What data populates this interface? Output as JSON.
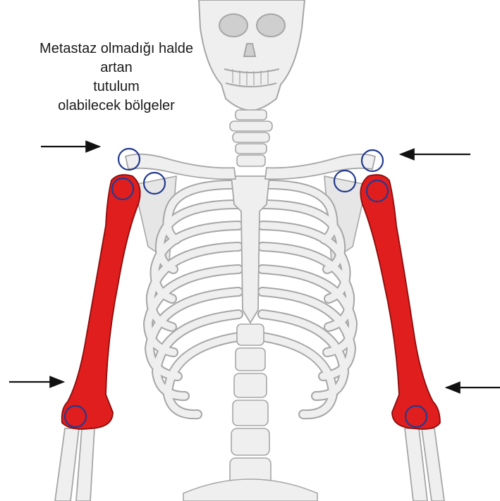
{
  "caption": {
    "lines": [
      "Metastaz olmadığı halde",
      "artan",
      "tutulum",
      "olabilecek bölgeler"
    ]
  },
  "colors": {
    "bone": "#efefef",
    "bone_outline": "#a6a6a6",
    "humerus": "#e01e1e",
    "humerus_outline": "#8e0c0c",
    "circle": "#233a8f",
    "arrow": "#111111"
  },
  "markers": {
    "arrows": [
      "left-shoulder-arrow",
      "right-shoulder-arrow",
      "left-elbow-arrow",
      "right-elbow-arrow"
    ],
    "circles": [
      "left-acromion-circle",
      "left-coracoid-circle",
      "left-humeral-head-circle",
      "left-elbow-circle",
      "right-acromion-circle",
      "right-coracoid-circle",
      "right-humeral-head-circle",
      "right-elbow-circle"
    ]
  }
}
